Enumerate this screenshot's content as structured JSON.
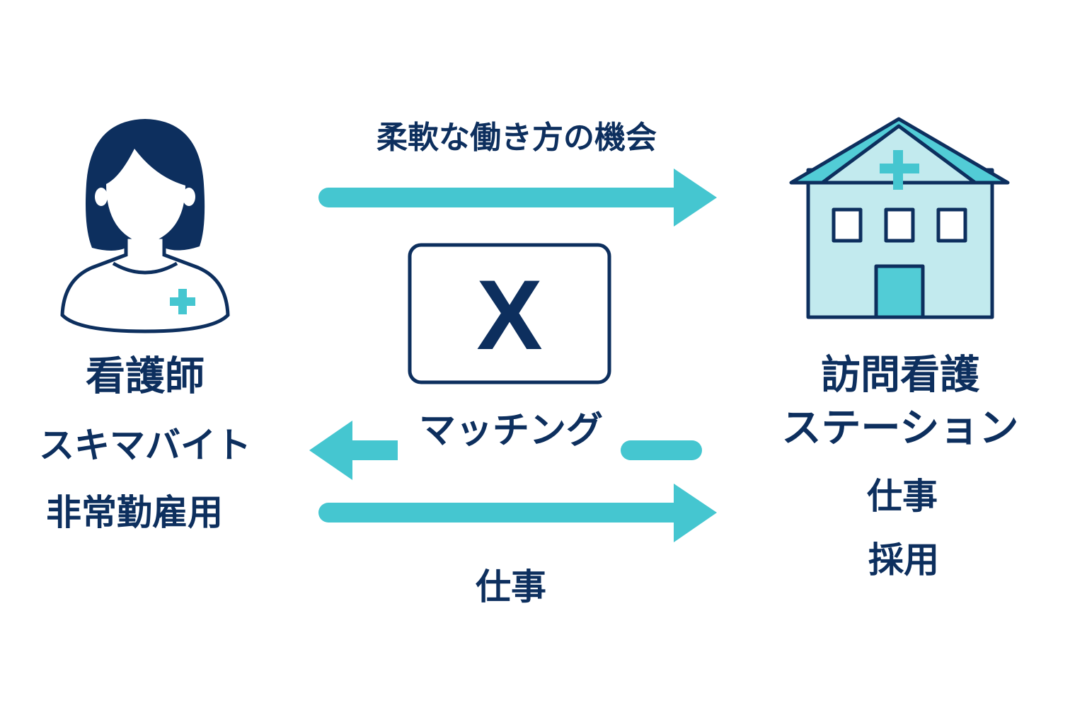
{
  "colors": {
    "navy": "#0d2f5e",
    "teal": "#45c6d0",
    "light_teal": "#c2eaee",
    "mid_teal": "#52ccd6"
  },
  "top_arrow_label": "柔軟な働き方の機会",
  "center": {
    "logo_letter": "X",
    "label": "マッチング"
  },
  "bottom_arrow_label": "仕事",
  "nurse": {
    "title": "看護師",
    "lines": [
      "スキマバイト",
      "非常勤雇用"
    ]
  },
  "station": {
    "title_lines": [
      "訪問看護",
      "ステーション"
    ],
    "lines": [
      "仕事",
      "採用"
    ]
  }
}
